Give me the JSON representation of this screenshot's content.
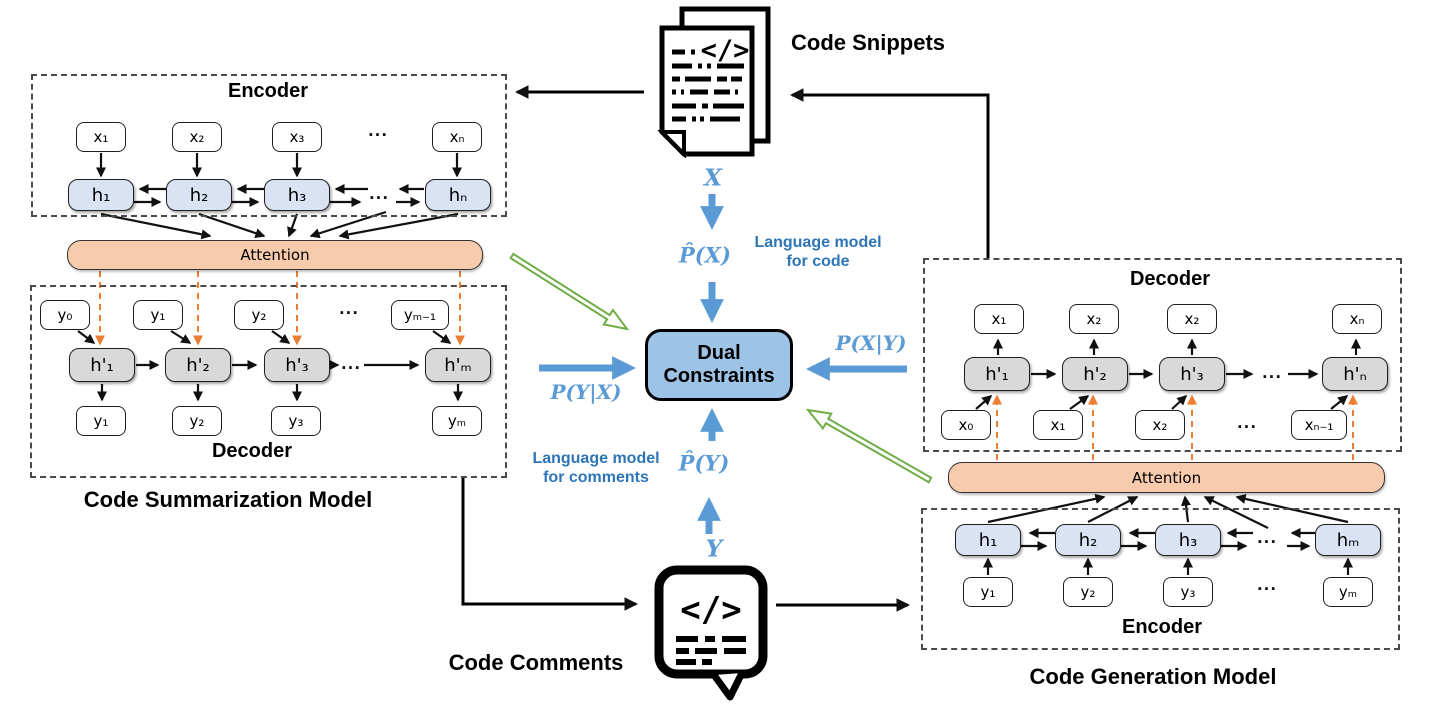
{
  "flow": {
    "code_snippets": "Code Snippets",
    "code_comments": "Code Comments",
    "x": "X",
    "y": "Y",
    "phat_x": "P̂(X)",
    "phat_y": "P̂(Y)",
    "p_x_given_y": "P(X|Y)",
    "p_y_given_x": "P(Y|X)",
    "lm_code": [
      "Language model",
      "for code"
    ],
    "lm_comments": [
      "Language model",
      "for comments"
    ],
    "dual": [
      "Dual",
      "Constraints"
    ],
    "code_glyph": "</>"
  },
  "left_model": {
    "title": "Code Summarization Model",
    "encoder": {
      "title": "Encoder",
      "inputs": [
        "x₁",
        "x₂",
        "x₃",
        "xₙ"
      ],
      "inputs_dots": "...",
      "hidden": [
        "h₁",
        "h₂",
        "h₃",
        "hₙ"
      ],
      "hidden_dots": "..."
    },
    "attention": "Attention",
    "decoder": {
      "title": "Decoder",
      "inputs": [
        "y₀",
        "y₁",
        "y₂",
        "yₘ₋₁"
      ],
      "inputs_dots": "...",
      "hidden": [
        "h'₁",
        "h'₂",
        "h'₃",
        "h'ₘ"
      ],
      "hidden_dots": "...",
      "outputs": [
        "y₁",
        "y₂",
        "y₃",
        "yₘ"
      ]
    }
  },
  "right_model": {
    "title": "Code Generation Model",
    "decoder": {
      "title": "Decoder",
      "outputs": [
        "x₁",
        "x₂",
        "x₂",
        "xₙ"
      ],
      "hidden": [
        "h'₁",
        "h'₂",
        "h'₃",
        "h'ₙ"
      ],
      "hidden_dots": "...",
      "inputs": [
        "x₀",
        "x₁",
        "x₂",
        "xₙ₋₁"
      ],
      "inputs_dots": "..."
    },
    "attention": "Attention",
    "encoder": {
      "title": "Encoder",
      "hidden": [
        "h₁",
        "h₂",
        "h₃",
        "hₘ"
      ],
      "hidden_dots": "...",
      "inputs": [
        "y₁",
        "y₂",
        "y₃",
        "yₘ"
      ],
      "inputs_dots": "..."
    }
  },
  "colors": {
    "accent_blue": "#5B9BD5",
    "text_blue": "#2E75B6",
    "attention_fill": "#F8CBAD",
    "encoder_hidden_fill": "#DAE3F3",
    "decoder_hidden_fill": "#D9D9D9",
    "dual_fill": "#9DC3E6",
    "orange_dashed": "#ED7D31",
    "green_arrow": "#70AD47"
  }
}
